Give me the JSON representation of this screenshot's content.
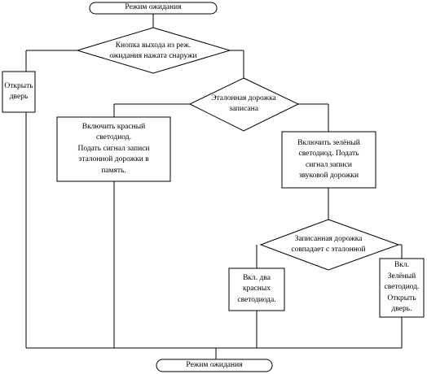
{
  "flowchart": {
    "nodes": {
      "start": {
        "text": "Режим ожидания"
      },
      "exit_button_pressed": {
        "text": "Кнопка выхода из реж.\nожидания нажата снаружи"
      },
      "open_door": {
        "text": "Открыть\nдверь"
      },
      "reference_recorded": {
        "text": "Эталонная дорожка\nзаписана"
      },
      "red_led_record": {
        "text": "Включить красный\nсветодиод.\nПодать сигнал записи\nэталонной дорожки в\nпамять."
      },
      "green_led_record": {
        "text": "Включить зелёный\nсветодиод. Подать\nсигнал записи\nзвуковой дорожки"
      },
      "track_matches": {
        "text": "Записанная дорожка\nсовпадает с эталонной"
      },
      "two_red_leds": {
        "text": "Вкл. два\nкрасных\nсветодиода."
      },
      "green_led_open": {
        "text": "Вкл.\nЗелёный\nсветодиод.\nОткрыть\nдверь."
      },
      "end": {
        "text": "Режим ожидания"
      }
    }
  }
}
